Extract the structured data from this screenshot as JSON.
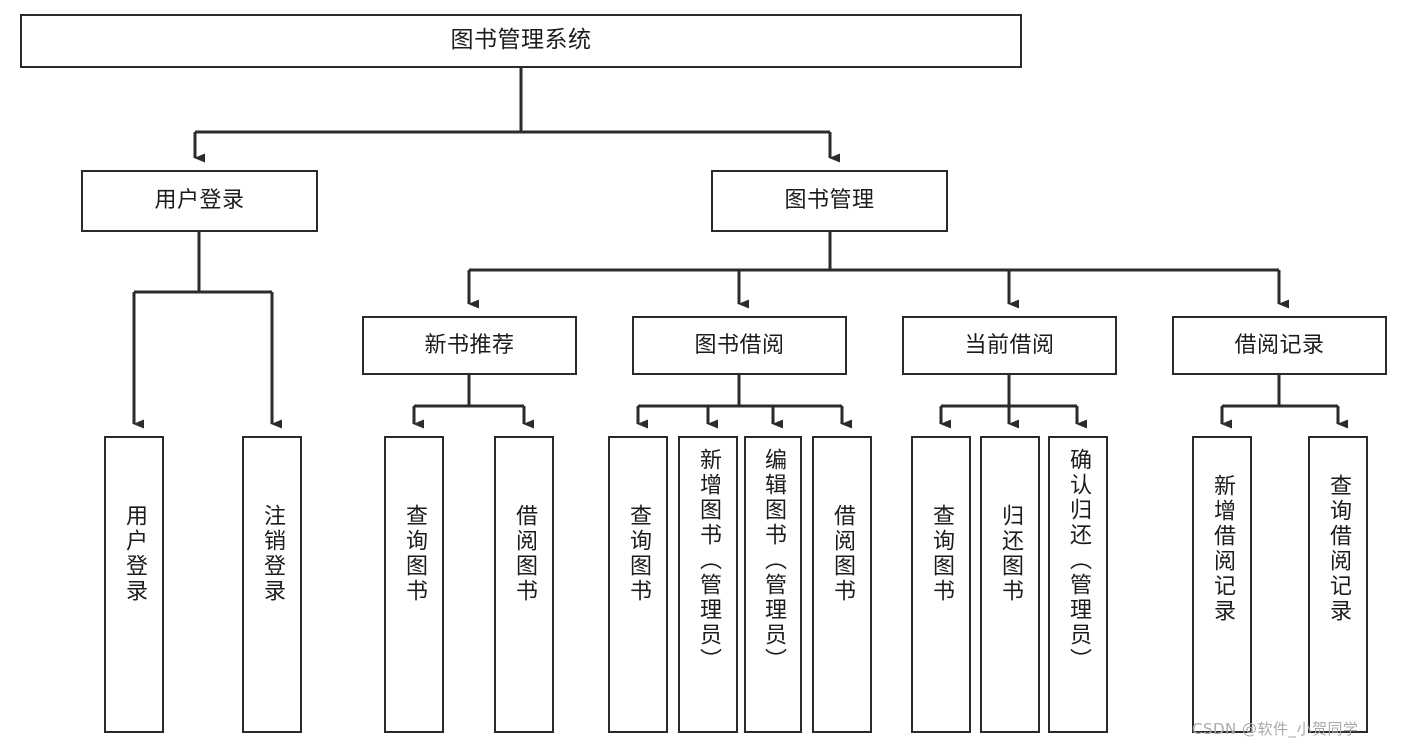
{
  "diagram": {
    "title_node": {
      "id": "root",
      "label": "图书管理系统"
    },
    "level2": [
      {
        "id": "user-login",
        "label": "用户登录"
      },
      {
        "id": "book-manage",
        "label": "图书管理"
      }
    ],
    "level3": [
      {
        "id": "new-book-recommend",
        "label": "新书推荐"
      },
      {
        "id": "book-borrow",
        "label": "图书借阅"
      },
      {
        "id": "current-borrow",
        "label": "当前借阅"
      },
      {
        "id": "borrow-record",
        "label": "借阅记录"
      }
    ],
    "leaves": [
      {
        "id": "leaf-user-login",
        "label": "用户登录",
        "parent": "user-login"
      },
      {
        "id": "leaf-logout-login",
        "label": "注销登录",
        "parent": "user-login"
      },
      {
        "id": "leaf-query-book-1",
        "label": "查询图书",
        "parent": "new-book-recommend"
      },
      {
        "id": "leaf-borrow-book-1",
        "label": "借阅图书",
        "parent": "new-book-recommend"
      },
      {
        "id": "leaf-query-book-2",
        "label": "查询图书",
        "parent": "book-borrow"
      },
      {
        "id": "leaf-add-book",
        "label": "新增图书（管理员）",
        "parent": "book-borrow"
      },
      {
        "id": "leaf-edit-book",
        "label": "编辑图书（管理员）",
        "parent": "book-borrow"
      },
      {
        "id": "leaf-borrow-book-2",
        "label": "借阅图书",
        "parent": "book-borrow"
      },
      {
        "id": "leaf-query-book-3",
        "label": "查询图书",
        "parent": "current-borrow"
      },
      {
        "id": "leaf-return-book",
        "label": "归还图书",
        "parent": "current-borrow"
      },
      {
        "id": "leaf-confirm-return",
        "label": "确认归还（管理员）",
        "parent": "current-borrow"
      },
      {
        "id": "leaf-add-record",
        "label": "新增借阅记录",
        "parent": "borrow-record"
      },
      {
        "id": "leaf-query-record",
        "label": "查询借阅记录",
        "parent": "borrow-record"
      }
    ],
    "watermark": "CSDN @软件_小贺同学",
    "colors": {
      "stroke": "#2b2b2b",
      "fill": "#ffffff",
      "text": "#1c1c1c",
      "watermark": "#a9a9a9"
    }
  }
}
